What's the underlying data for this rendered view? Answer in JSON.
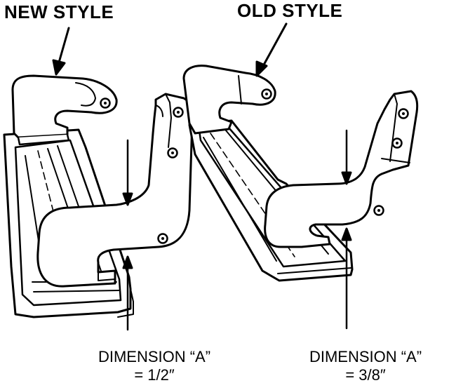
{
  "labels": {
    "new_style": "NEW STYLE",
    "old_style": "OLD STYLE"
  },
  "dimensions": {
    "left": {
      "caption": "DIMENSION “A”",
      "value": "= 1/2″"
    },
    "right": {
      "caption": "DIMENSION “A”",
      "value": "= 3/8″"
    }
  },
  "colors": {
    "ink": "#000000",
    "paper": "#ffffff"
  }
}
